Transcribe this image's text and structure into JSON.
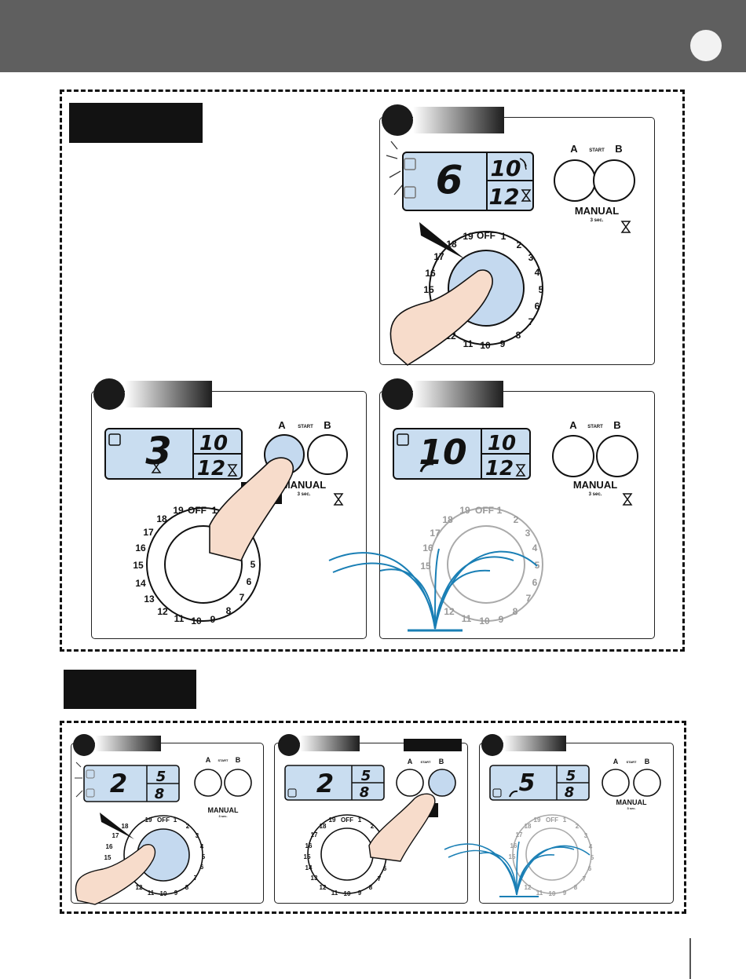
{
  "controller": {
    "button_a_label": "A",
    "button_start_label": "START",
    "button_b_label": "B",
    "manual_label": "MANUAL",
    "manual_hint": "3 sec.",
    "dial_off_label": "OFF",
    "dial_numbers": [
      "19",
      "1",
      "2",
      "3",
      "4",
      "5",
      "6",
      "7",
      "8",
      "9",
      "10",
      "11",
      "12",
      "13",
      "14",
      "15",
      "16",
      "17",
      "18"
    ]
  },
  "section1": {
    "step1": {
      "display_main": "6",
      "display_top": "10",
      "display_bottom": "12"
    },
    "step2": {
      "display_main": "3",
      "display_top": "10",
      "display_bottom": "12"
    },
    "step3": {
      "display_main": "10",
      "display_top": "10",
      "display_bottom": "12"
    }
  },
  "section2": {
    "step1": {
      "display_main": "2",
      "display_top": "5",
      "display_bottom": "8"
    },
    "step2": {
      "display_main": "2",
      "display_top": "5",
      "display_bottom": "8"
    },
    "step3": {
      "display_main": "5",
      "display_top": "5",
      "display_bottom": "8"
    }
  },
  "colors": {
    "header": "#5f5f5f",
    "lcd": "#c9ddf0",
    "button_pressed": "#c4d9ef",
    "water": "#1a7fb5"
  }
}
